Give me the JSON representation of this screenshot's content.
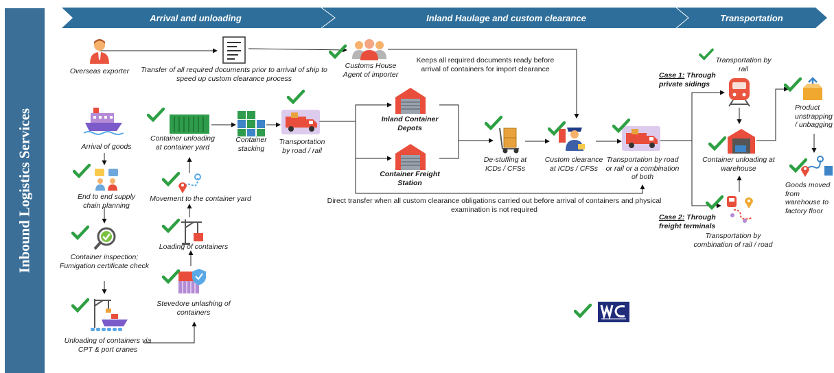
{
  "sidebar_title": "Inbound Logistics Services",
  "banners": [
    "Arrival and unloading",
    "Inland Haulage and custom clearance",
    "Transportation"
  ],
  "colors": {
    "banner": "#2e6e9a",
    "sidebar": "#3b6f98",
    "check": "#2ea043",
    "accent": "#e94e3c"
  },
  "nodes": {
    "overseas_exporter": "Overseas exporter",
    "transfer_documents": "Transfer of all required documents prior to arrival of ship to speed up custom clearance process",
    "customs_agent": "Customs House Agent of importer",
    "keeps_documents": "Keeps all required documents ready before arrival of containers for import clearance",
    "arrival_goods": "Arrival of goods",
    "supply_chain_planning": "End to end supply chain planning",
    "container_inspection": "Container inspection; Fumigation certificate check",
    "unloading_cpt": "Unloading of containers via CPT & port cranes",
    "stevedore": "Stevedore unlashing of containers",
    "loading_containers": "Loading of containers",
    "movement_yard": "Movement to the container yard",
    "container_unloading_yard": "Container unloading at container yard",
    "container_stacking": "Container stacking",
    "transport_road_rail": "Transportation by road / rail",
    "icd": "Inland Container Depots",
    "cfs": "Container Freight Station",
    "destuffing": "De-stuffing at ICDs / CFSs",
    "custom_clearance": "Custom clearance at ICDs / CFSs",
    "transport_combo": "Transportation by road or rail or a combination of both",
    "direct_transfer": "Direct transfer when all custom clearance obligations carried out before arrival of containers and physical examination is not required",
    "case1_prefix": "Case 1:",
    "case1_rest": " Through private sidings",
    "case2_prefix": "Case 2:",
    "case2_rest": " Through freight terminals",
    "transport_rail": "Transportation by rail",
    "container_warehouse": "Container unloading at warehouse",
    "transport_rail_road": "Transportation by combination of rail / road",
    "product_unstrapping": "Product unstrapping / unbagging",
    "goods_moved": "Goods moved from warehouse to factory floor"
  }
}
